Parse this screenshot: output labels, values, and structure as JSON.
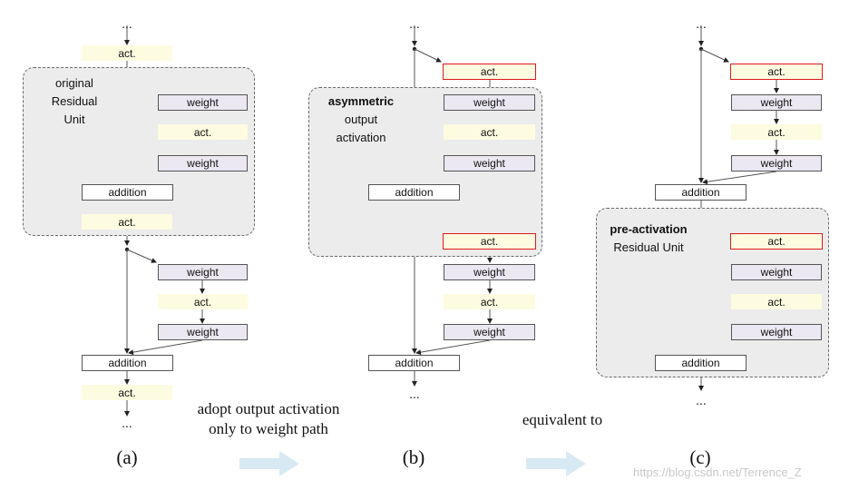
{
  "labels": {
    "act": "act.",
    "weight": "weight",
    "addition": "addition",
    "dots": "..."
  },
  "groups": {
    "a": {
      "line1": "original",
      "line2": "Residual",
      "line3": "Unit"
    },
    "b": {
      "bold": "asymmetric",
      "line2": "output",
      "line3": "activation"
    },
    "c": {
      "bold": "pre-activation",
      "line2": "Residual Unit"
    }
  },
  "captions": {
    "a": "(a)",
    "b": "(b)",
    "c": "(c)"
  },
  "notes": {
    "ab_line1": "adopt output activation",
    "ab_line2": "only to weight path",
    "bc": "equivalent to"
  },
  "watermark": "https://blog.csdn.net/Terrence_Z",
  "colors": {
    "act_fill": "#fdfbe0",
    "weight_fill": "#ebe8f1",
    "highlight_border": "#e0191c",
    "group_fill": "#ececec",
    "big_arrow": "#d7eaf3"
  }
}
